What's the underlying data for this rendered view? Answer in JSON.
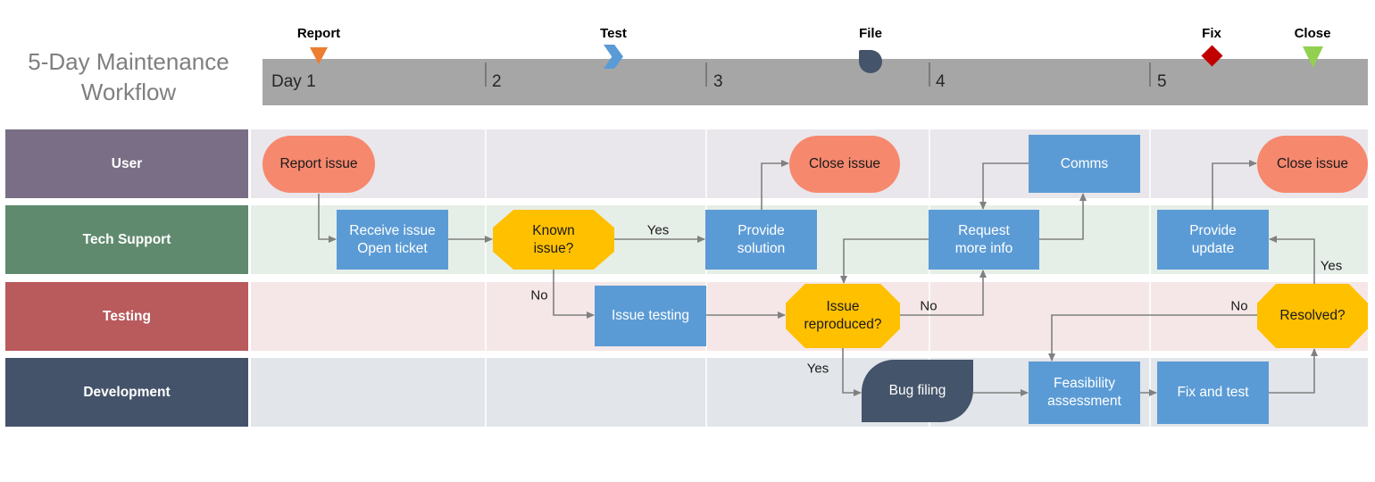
{
  "title": {
    "line1": "5-Day Maintenance",
    "line2": "Workflow"
  },
  "timeline": {
    "bar_color": "#A6A6A6",
    "days": [
      {
        "label": "Day 1"
      },
      {
        "label": "2"
      },
      {
        "label": "3"
      },
      {
        "label": "4"
      },
      {
        "label": "5"
      }
    ],
    "milestones": [
      {
        "label": "Report",
        "icon": "triangle-down",
        "color": "#ED7D31"
      },
      {
        "label": "Test",
        "icon": "chevron-right",
        "color": "#5B9BD5"
      },
      {
        "label": "File",
        "icon": "droplet-circle",
        "color": "#44546A"
      },
      {
        "label": "Fix",
        "icon": "diamond",
        "color": "#C00000"
      },
      {
        "label": "Close",
        "icon": "triangle-down",
        "color": "#92D050"
      }
    ]
  },
  "lanes": [
    {
      "label": "User",
      "color": "#796E85",
      "bg": "#E9E7EC"
    },
    {
      "label": "Tech Support",
      "color": "#5F8A6E",
      "bg": "#E6EEE8"
    },
    {
      "label": "Testing",
      "color": "#B95A5D",
      "bg": "#F5E7E8"
    },
    {
      "label": "Development",
      "color": "#44536A",
      "bg": "#E2E5E9"
    }
  ],
  "nodes": {
    "report_issue": {
      "label": "Report issue",
      "type": "start-end",
      "lane": "User",
      "color": "#F6886E"
    },
    "close_issue_1": {
      "label": "Close issue",
      "type": "start-end",
      "lane": "User",
      "color": "#F6886E"
    },
    "comms": {
      "label": "Comms",
      "type": "process",
      "lane": "User",
      "color": "#5B9BD5"
    },
    "close_issue_2": {
      "label": "Close issue",
      "type": "start-end",
      "lane": "User",
      "color": "#F6886E"
    },
    "receive_issue": {
      "label": "Receive issue Open ticket",
      "type": "process",
      "lane": "Tech Support",
      "color": "#5B9BD5"
    },
    "known_issue": {
      "label": "Known issue?",
      "type": "decision",
      "lane": "Tech Support",
      "color": "#FFC000"
    },
    "provide_solution": {
      "label": "Provide solution",
      "type": "process",
      "lane": "Tech Support",
      "color": "#5B9BD5"
    },
    "request_more_info": {
      "label": "Request more info",
      "type": "process",
      "lane": "Tech Support",
      "color": "#5B9BD5"
    },
    "provide_update": {
      "label": "Provide update",
      "type": "process",
      "lane": "Tech Support",
      "color": "#5B9BD5"
    },
    "issue_testing": {
      "label": "Issue testing",
      "type": "process",
      "lane": "Testing",
      "color": "#5B9BD5"
    },
    "issue_reproduced": {
      "label": "Issue reproduced?",
      "type": "decision",
      "lane": "Testing",
      "color": "#FFC000"
    },
    "resolved": {
      "label": "Resolved?",
      "type": "decision",
      "lane": "Testing",
      "color": "#FFC000"
    },
    "bug_filing": {
      "label": "Bug filing",
      "type": "rounded-card",
      "lane": "Development",
      "color": "#44546A"
    },
    "feasibility": {
      "label": "Feasibility assessment",
      "type": "process",
      "lane": "Development",
      "color": "#5B9BD5"
    },
    "fix_and_test": {
      "label": "Fix and test",
      "type": "process",
      "lane": "Development",
      "color": "#5B9BD5"
    }
  },
  "edge_labels": {
    "yes_known": "Yes",
    "no_known": "No",
    "no_reproduced": "No",
    "yes_reproduced": "Yes",
    "no_resolved": "No",
    "yes_resolved": "Yes"
  },
  "colors": {
    "connector": "#808080",
    "title": "#7F7F7F",
    "day_text": "#262626"
  }
}
